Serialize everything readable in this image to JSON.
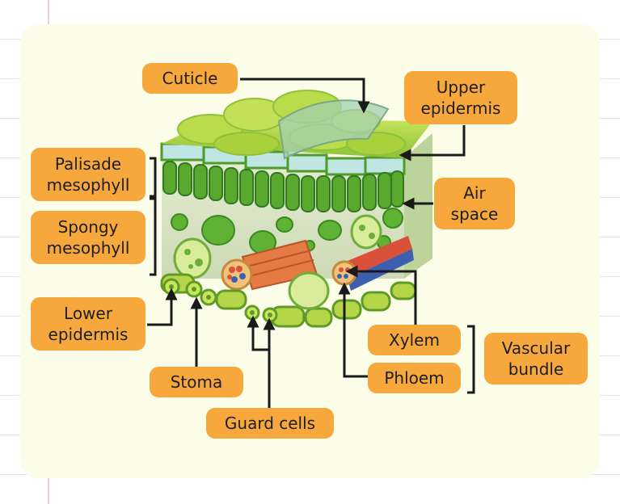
{
  "labels": {
    "cuticle": "Cuticle",
    "upper_epidermis": "Upper\nepidermis",
    "palisade_mesophyll": "Palisade\nmesophyll",
    "spongy_mesophyll": "Spongy\nmesophyll",
    "air_space": "Air\nspace",
    "lower_epidermis": "Lower\nepidermis",
    "stoma": "Stoma",
    "guard_cells": "Guard cells",
    "xylem": "Xylem",
    "phloem": "Phloem",
    "vascular_bundle": "Vascular\nbundle"
  },
  "colors": {
    "label_fill": "#f6a83c",
    "card_background": "#fbfde8",
    "leaf_top": "#a9d13c",
    "palisade": "#4e9a2a",
    "spongy_background": "#d8e3c3",
    "cell_green": "#5fb233",
    "epidermis_cell": "#bfe6e2",
    "xylem_red": "#d9503b",
    "phloem_blue": "#3d5fae",
    "connector": "#1a1a1a"
  }
}
